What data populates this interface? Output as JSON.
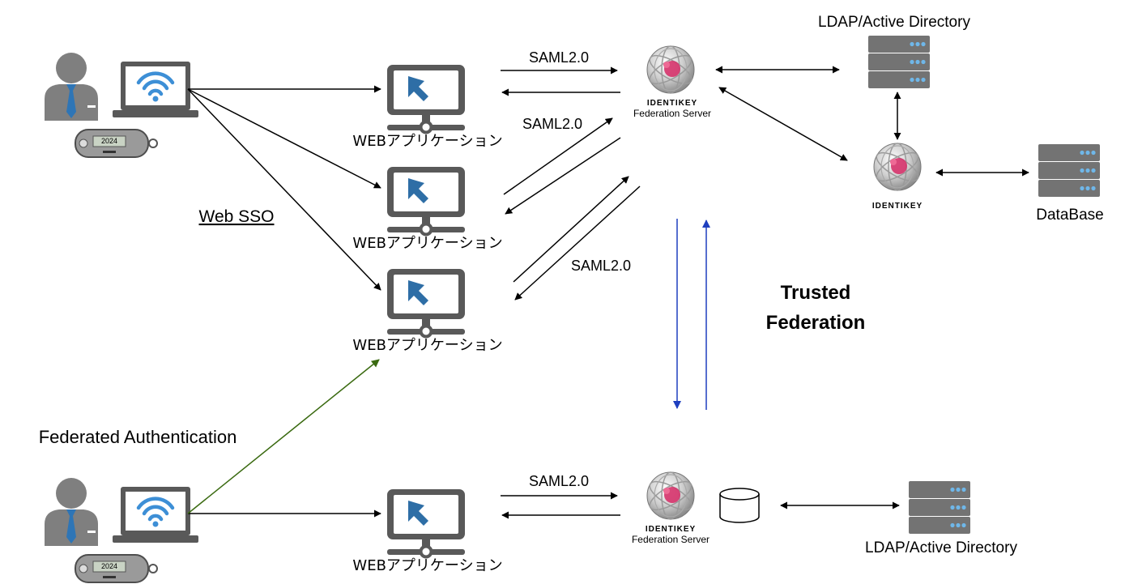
{
  "labels": {
    "web_app": "WEBアプリケーション",
    "saml": "SAML2.0",
    "web_sso": "Web SSO",
    "federated_auth": "Federated Authentication",
    "trusted_line1": "Trusted",
    "trusted_line2": "Federation",
    "ldap": "LDAP/Active Directory",
    "database": "DataBase",
    "identikey": "IDENTIKEY",
    "federation_server": "Federation Server",
    "token_display": "2024"
  },
  "colors": {
    "person": "#7f7f7f",
    "tie": "#2e75b6",
    "monitor": "#595959",
    "cursor": "#2e6ea6",
    "wifi": "#3d8fd6",
    "server": "#737373",
    "server_led": "#6fb7e9",
    "sphere_red": "#d6336c",
    "arrow_black": "#000000",
    "arrow_green": "#3a6a10",
    "arrow_blue": "#1f3fbf"
  },
  "icons": [
    "user-icon",
    "laptop-icon",
    "wifi-icon",
    "token-icon",
    "monitor-icon",
    "cursor-icon",
    "server-icon",
    "identikey-sphere-icon",
    "database-cylinder-icon"
  ]
}
